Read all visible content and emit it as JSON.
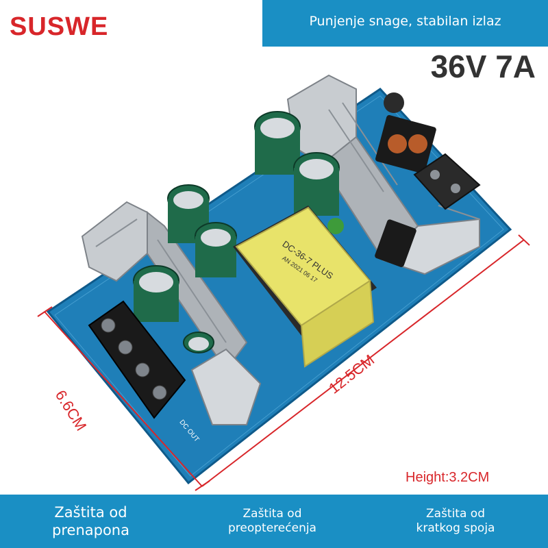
{
  "brand": {
    "name": "SUSWE",
    "color": "#d8262a"
  },
  "top_banner": {
    "text": "Punjenje snage, stabilan izlaz",
    "color": "#1a8fc4"
  },
  "spec": "36V 7A",
  "product": {
    "transformer_label_1": "DC-36-7 PLUS",
    "transformer_label_2": "AN 2021 06 17",
    "terminal_label": "DC OUT",
    "board_color": "#1f7fb8"
  },
  "dimensions": {
    "length": "12.5CM",
    "width": "6.6CM",
    "height": "Height:3.2CM"
  },
  "features": [
    {
      "line1": "Zaštita od",
      "line2": "prenapona"
    },
    {
      "line1": "Zaštita od",
      "line2": "preopterećenja"
    },
    {
      "line1": "Zaštita od",
      "line2": "kratkog spoja"
    }
  ]
}
